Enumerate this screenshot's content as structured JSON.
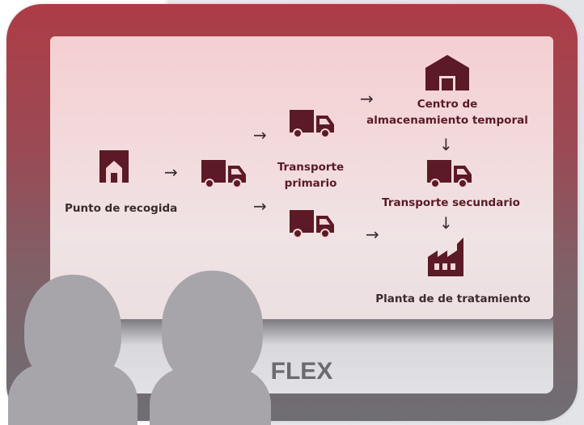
{
  "screen_title": "FLEX",
  "nodes": {
    "collection_point": "Punto de recogida",
    "primary_transport": [
      "Transporte",
      "primario"
    ],
    "temp_storage": [
      "Centro de",
      "almacenamiento temporal"
    ],
    "secondary_transport": "Transporte secundario",
    "treatment_plant": "Planta de de tratamiento"
  },
  "arrow_glyphs": {
    "right": "→",
    "down": "↓"
  },
  "icons": [
    "house-icon",
    "truck-icon",
    "warehouse-icon",
    "factory-icon"
  ],
  "colors": {
    "icon": "#5b1a25",
    "frame_top": "#ad3c46",
    "frame_bottom": "#6f6e74",
    "screen_bg": "#f4cfd2",
    "silhouette": "#a7a5aa"
  }
}
